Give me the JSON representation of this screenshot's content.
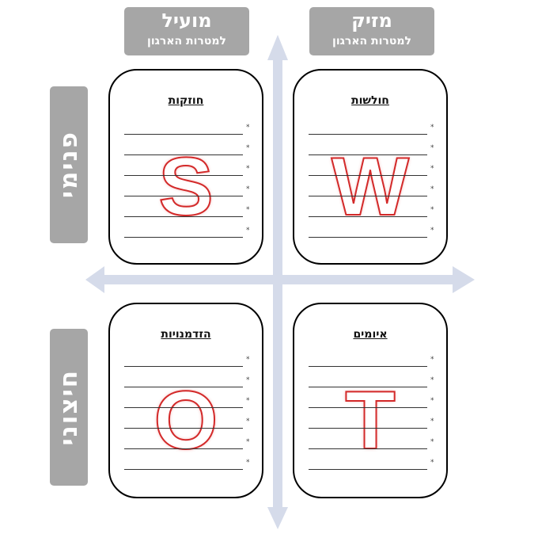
{
  "headers": {
    "harmful": {
      "title": "מזיק",
      "subtitle": "למטרות הארגון"
    },
    "helpful": {
      "title": "מועיל",
      "subtitle": "למטרות הארגון"
    }
  },
  "sides": {
    "internal": "פנימי",
    "external": "חיצוני"
  },
  "quadrants": {
    "strengths": {
      "title": "חוזקות",
      "letter": "S",
      "bullet": "*"
    },
    "weaknesses": {
      "title": "חולשות",
      "letter": "W",
      "bullet": "*"
    },
    "opportunities": {
      "title": "הזדמנויות",
      "letter": "O",
      "bullet": "*"
    },
    "threats": {
      "title": "איומים",
      "letter": "T",
      "bullet": "*"
    }
  },
  "colors": {
    "axis": "#d5dbea",
    "tag": "#a6a6a6",
    "letter_outline": "#d32a2a",
    "border": "#000000"
  }
}
